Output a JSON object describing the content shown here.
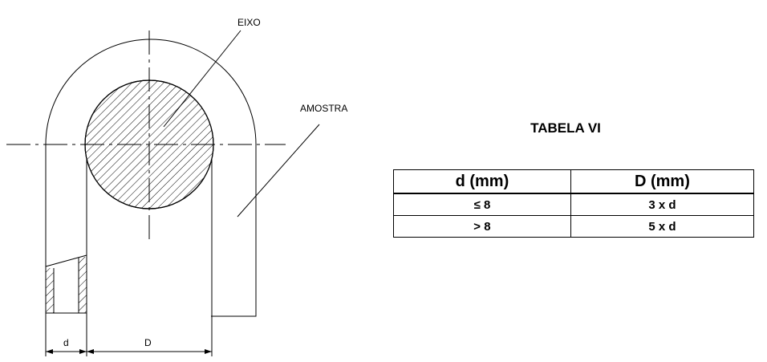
{
  "labels": {
    "eixo": "EIXO",
    "amostra": "AMOSTRA",
    "dim_d": "d",
    "dim_D": "D"
  },
  "table": {
    "title": "TABELA VI",
    "headers": [
      "d (mm)",
      "D (mm)"
    ],
    "rows": [
      [
        "≤ 8",
        "3 x d"
      ],
      [
        "> 8",
        "5 x d"
      ]
    ]
  }
}
